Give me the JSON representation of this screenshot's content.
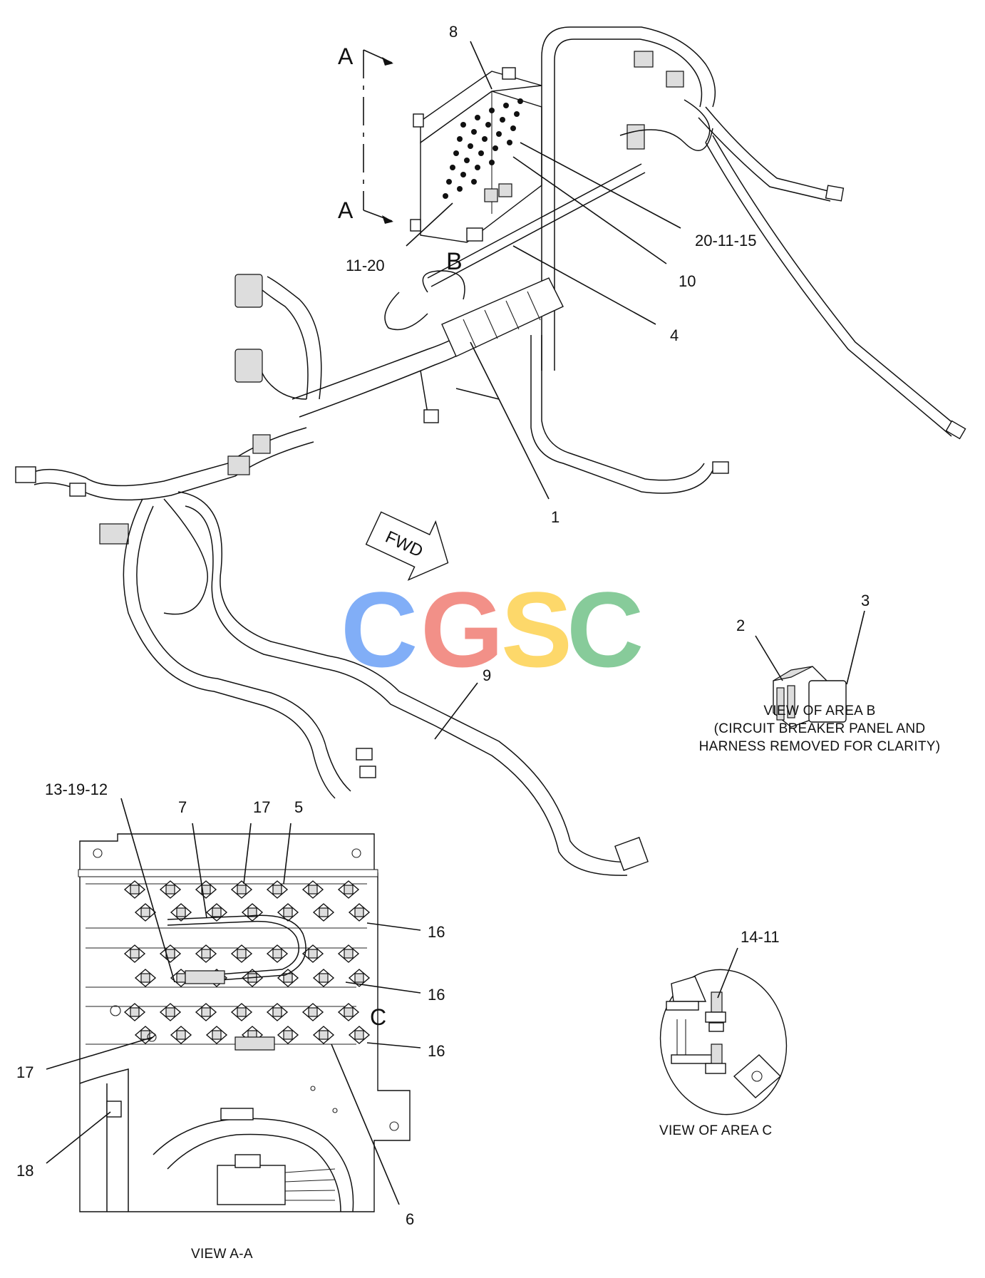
{
  "section_marker": {
    "top": "A",
    "bottom": "A"
  },
  "area_marker_b": "B",
  "area_marker_c": "C",
  "fwd_arrow": "FWD",
  "watermark": {
    "letters": [
      "C",
      "G",
      "S",
      "C"
    ],
    "colors": [
      "#7baaf7",
      "#f28b82",
      "#fdd663",
      "#81c995"
    ]
  },
  "callouts": {
    "c8": "8",
    "c20_11_15": "20-11-15",
    "c10": "10",
    "c11_20": "11-20",
    "c4": "4",
    "c1": "1",
    "c9": "9",
    "c2": "2",
    "c3": "3",
    "c13_19_12": "13-19-12",
    "c7": "7",
    "c17_top": "17",
    "c5": "5",
    "c16_a": "16",
    "c16_b": "16",
    "c16_c": "16",
    "c17_left": "17",
    "c18": "18",
    "c6": "6",
    "c14_11": "14-11"
  },
  "view_b_caption": [
    "VIEW OF AREA  B",
    "(CIRCUIT BREAKER PANEL AND",
    "HARNESS REMOVED FOR CLARITY)"
  ],
  "view_c_caption": "VIEW OF AREA  C",
  "view_aa_caption": "VIEW A-A"
}
